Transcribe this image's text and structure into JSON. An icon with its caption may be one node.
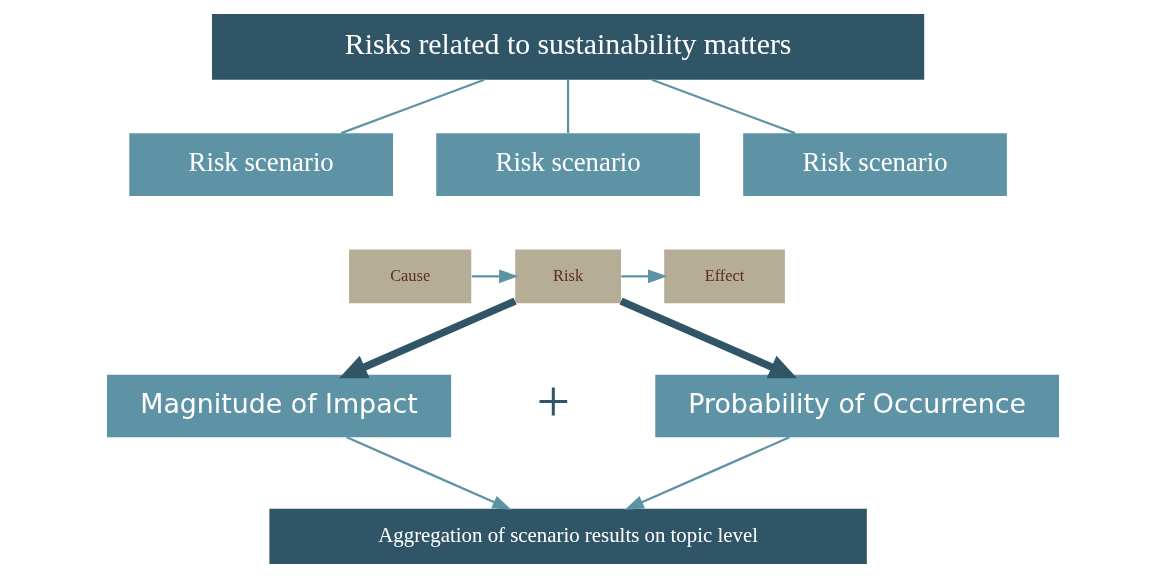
{
  "diagram": {
    "nodes": [
      {
        "text": [
          "Risks related to sustainability matters"
        ]
      },
      {
        "text": [
          "Risk scenario"
        ]
      },
      {
        "text": [
          "Risk scenario"
        ]
      },
      {
        "text": [
          "Risk scenario"
        ]
      },
      {
        "text": [
          "Cause"
        ]
      },
      {
        "text": [
          "Risk"
        ]
      },
      {
        "text": [
          "Effect"
        ]
      },
      {
        "text": [
          "Magnitude of Impact"
        ]
      },
      {
        "text": [
          "Probability of Occurrence"
        ]
      },
      {
        "text": [
          "Aggregation of scenario results on topic level"
        ]
      }
    ],
    "edges": [
      {
        "from": 0,
        "to": 1,
        "arrow": "none"
      },
      {
        "from": 0,
        "to": 2,
        "arrow": "none"
      },
      {
        "from": 0,
        "to": 3,
        "arrow": "none"
      },
      {
        "from": 4,
        "to": 5,
        "arrow": "to"
      },
      {
        "from": 5,
        "to": 6,
        "arrow": "to"
      },
      {
        "from": 5,
        "to": 7,
        "arrow": "to",
        "style": "thick",
        "color": "#2f5566"
      },
      {
        "from": 5,
        "to": 8,
        "arrow": "to",
        "style": "thick",
        "color": "#2f5566"
      },
      {
        "from": 7,
        "to": 9,
        "arrow": "to"
      },
      {
        "from": 8,
        "to": 9,
        "arrow": "to"
      }
    ],
    "labels": [
      "+"
    ]
  }
}
